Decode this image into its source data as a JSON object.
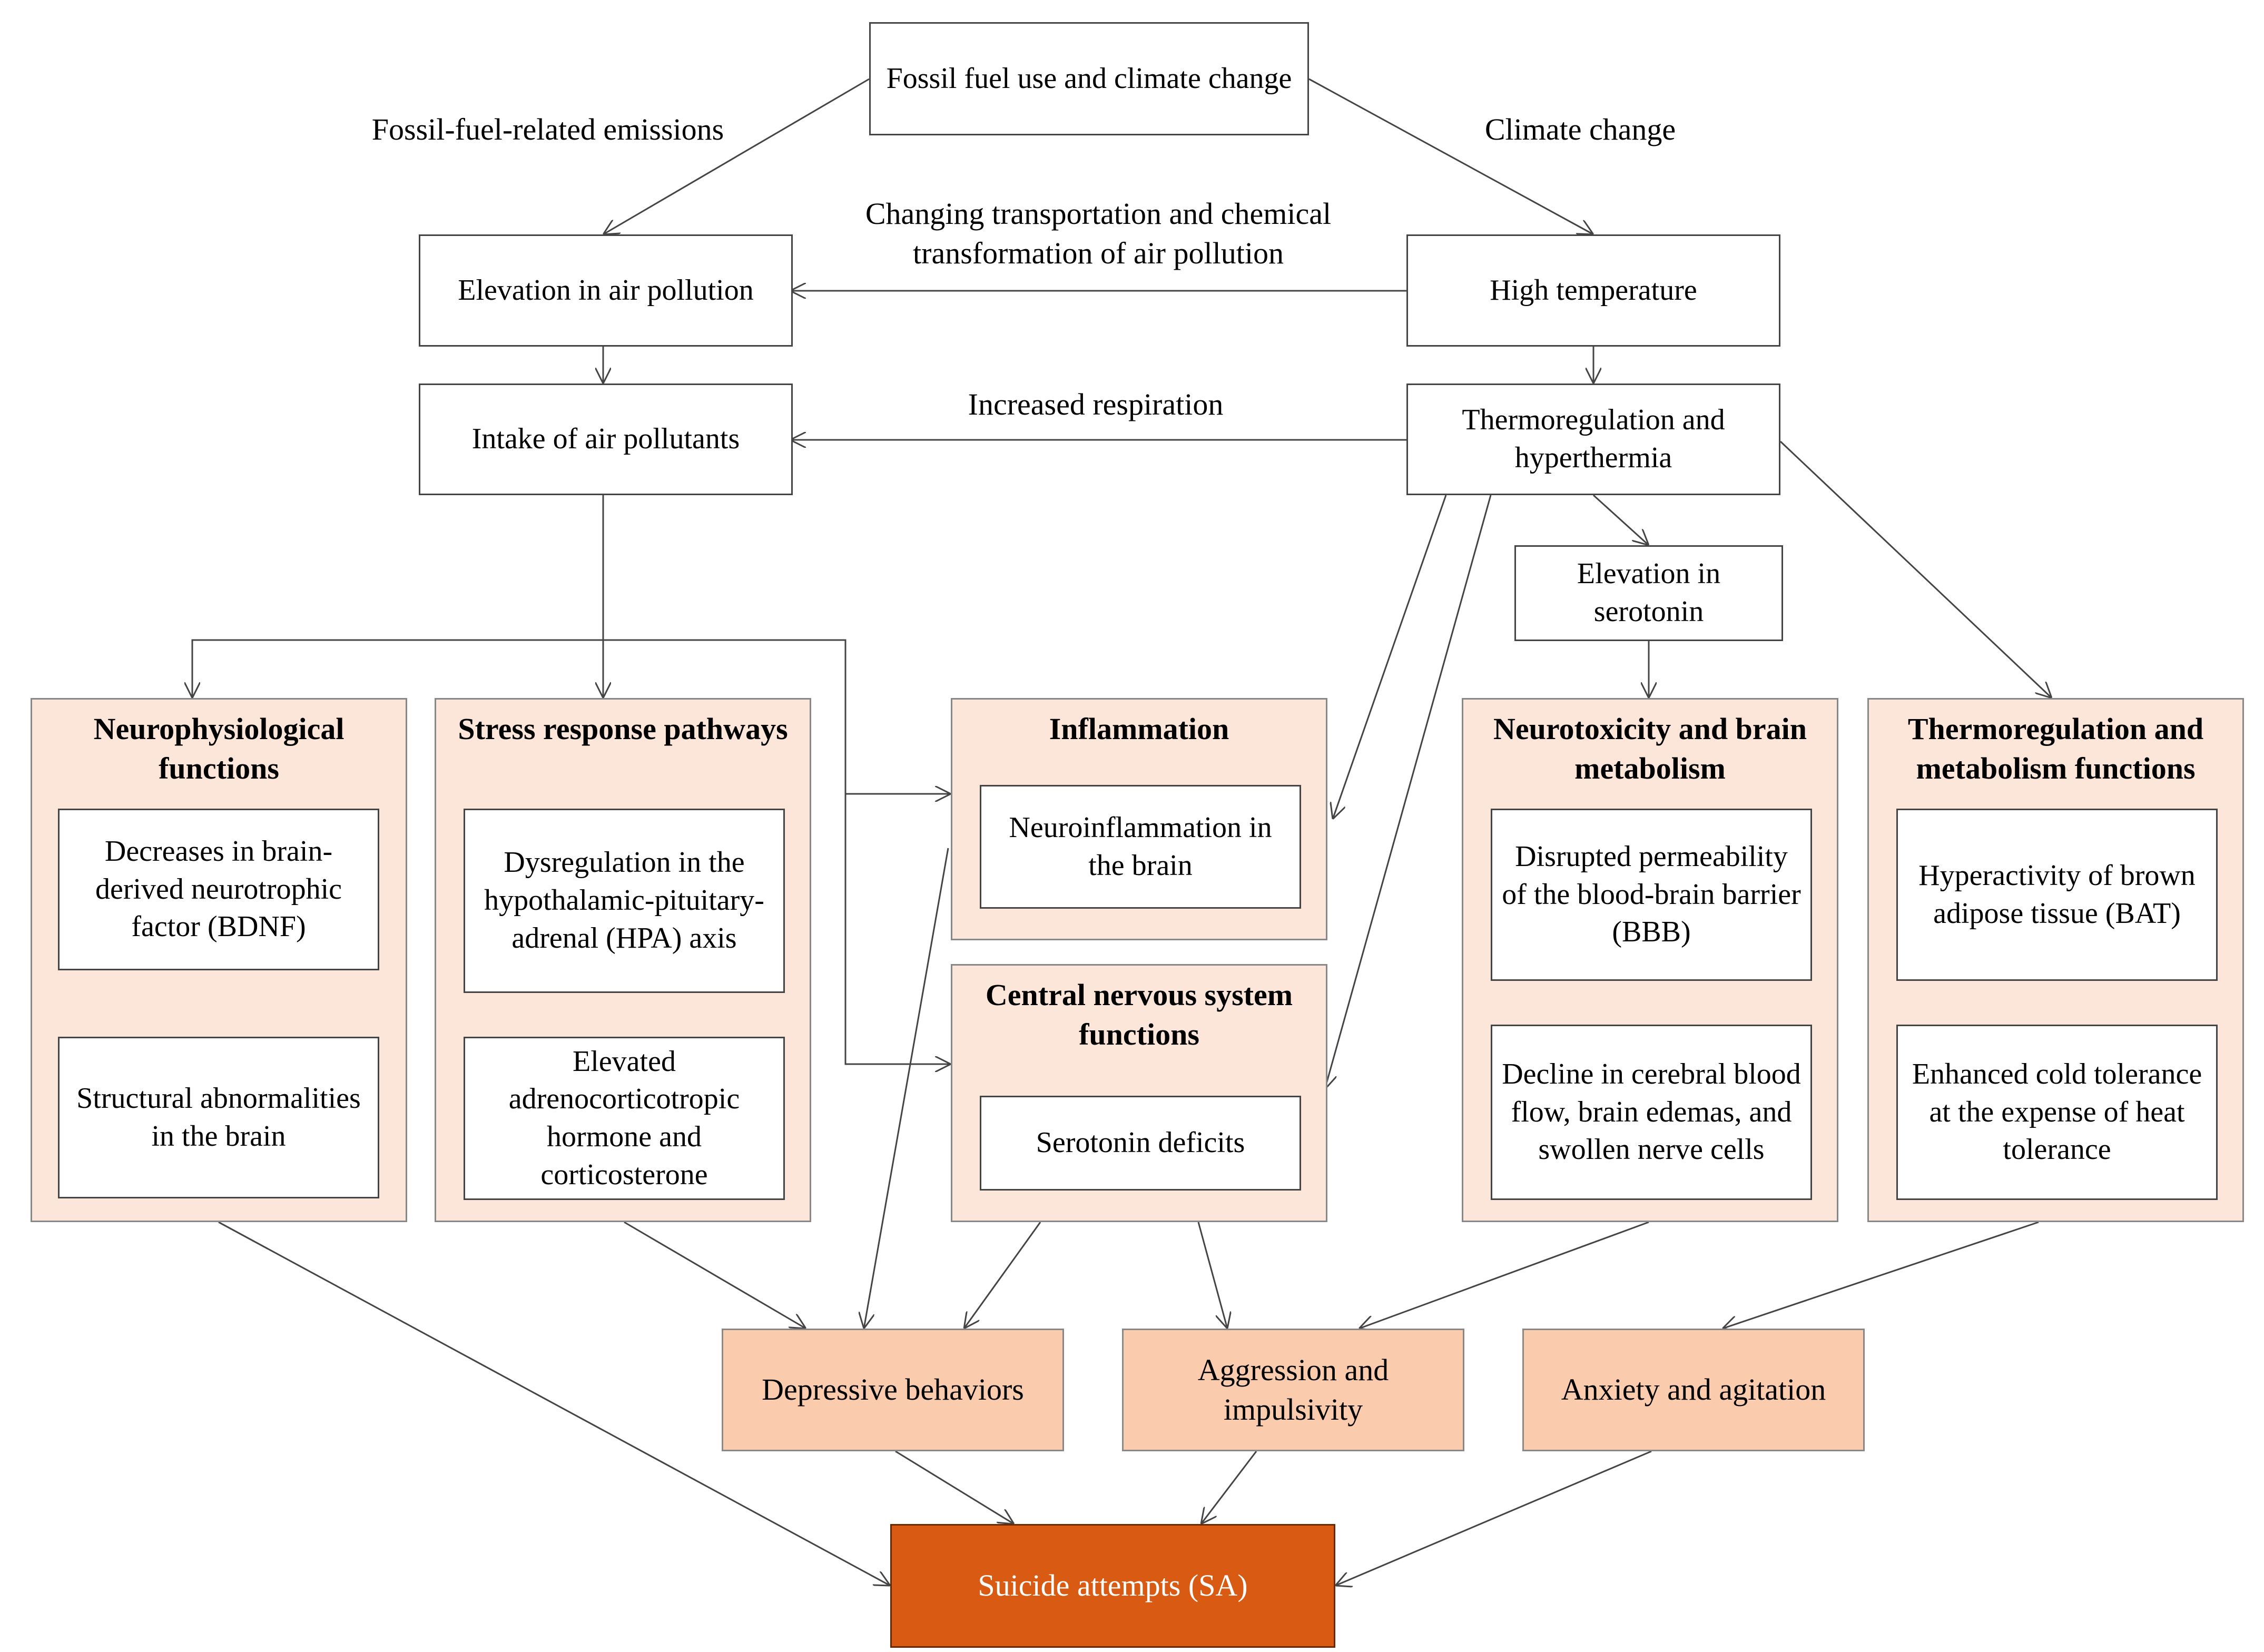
{
  "nodes": {
    "fossil_fuel": "Fossil fuel use and climate change",
    "air_pollution": "Elevation in air pollution",
    "high_temperature": "High temperature",
    "intake_pollutants": "Intake of air pollutants",
    "thermoregulation": "Thermoregulation and hyperthermia",
    "serotonin_elevation": "Elevation in serotonin",
    "neurophysiological": {
      "title": "Neurophysiological functions",
      "items": [
        "Decreases in brain-derived neurotrophic factor (BDNF)",
        "Structural abnormalities in the brain"
      ]
    },
    "stress_response": {
      "title": "Stress response pathways",
      "items": [
        "Dysregulation in the hypothalamic-pituitary-adrenal (HPA) axis",
        "Elevated adrenocorticotropic hormone and corticosterone"
      ]
    },
    "inflammation": {
      "title": "Inflammation",
      "items": [
        "Neuroinflammation in the brain"
      ]
    },
    "cns": {
      "title": "Central nervous system functions",
      "items": [
        "Serotonin deficits"
      ]
    },
    "neurotoxicity": {
      "title": "Neurotoxicity and brain metabolism",
      "items": [
        "Disrupted permeability of the blood-brain barrier (BBB)",
        "Decline in cerebral blood flow, brain edemas, and swollen nerve cells"
      ]
    },
    "thermo_metabolism": {
      "title": "Thermoregulation and metabolism functions",
      "items": [
        "Hyperactivity of brown adipose tissue (BAT)",
        "Enhanced cold tolerance at the expense of heat tolerance"
      ]
    },
    "depressive": "Depressive behaviors",
    "aggression": "Aggression and impulsivity",
    "anxiety": "Anxiety and agitation",
    "suicide": "Suicide attempts (SA)"
  },
  "edge_labels": {
    "emissions": "Fossil-fuel-related emissions",
    "climate_change": "Climate change",
    "transport": "Changing transportation and chemical transformation of air pollution",
    "respiration": "Increased respiration"
  },
  "colors": {
    "group_fill": "#fce6da",
    "outcome_fill": "#fbcbad",
    "final_fill": "#d95a12",
    "line": "#444444"
  }
}
